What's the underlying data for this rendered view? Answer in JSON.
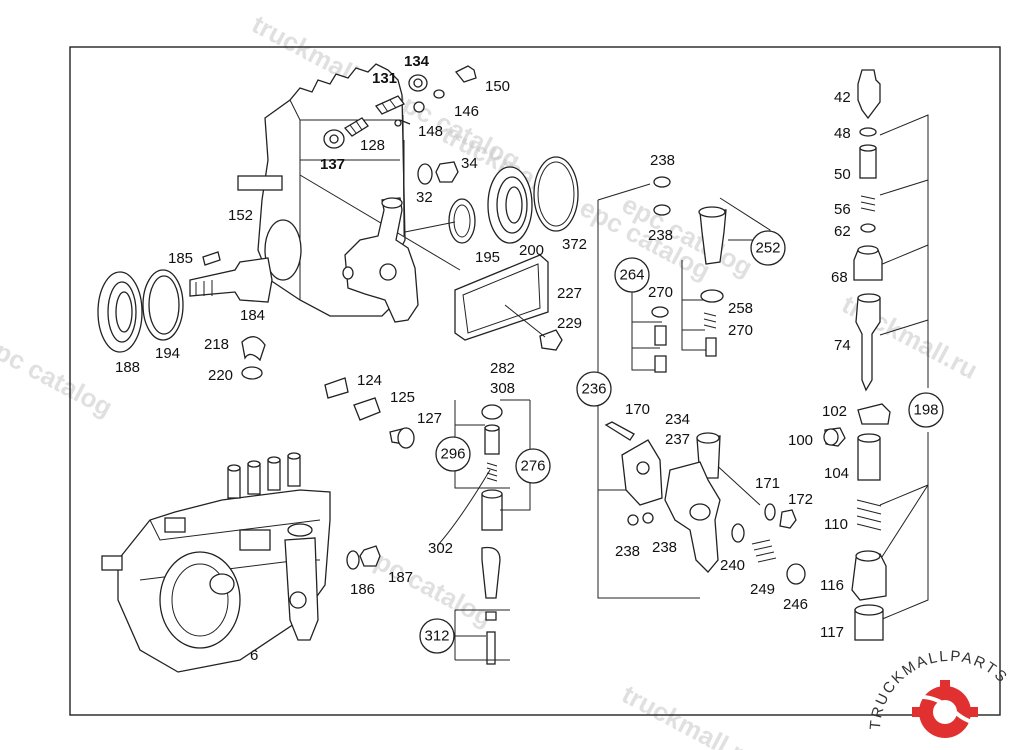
{
  "diagram": {
    "labels": {
      "l6": "6",
      "l32": "32",
      "l34": "34",
      "l42": "42",
      "l48": "48",
      "l50": "50",
      "l56": "56",
      "l62": "62",
      "l68": "68",
      "l74": "74",
      "l100": "100",
      "l102": "102",
      "l104": "104",
      "l110": "110",
      "l116": "116",
      "l117": "117",
      "l124": "124",
      "l125": "125",
      "l127": "127",
      "l128": "128",
      "l131": "131",
      "l134": "134",
      "l137": "137",
      "l146": "146",
      "l148": "148",
      "l150": "150",
      "l152": "152",
      "l170": "170",
      "l171": "171",
      "l172": "172",
      "l184": "184",
      "l185": "185",
      "l186": "186",
      "l187": "187",
      "l188": "188",
      "l194": "194",
      "l195": "195",
      "l200": "200",
      "l218": "218",
      "l220": "220",
      "l227": "227",
      "l229": "229",
      "l234": "234",
      "l237": "237",
      "l238a": "238",
      "l238b": "238",
      "l238c": "238",
      "l238d": "238",
      "l240": "240",
      "l246": "246",
      "l249": "249",
      "l258": "258",
      "l270a": "270",
      "l270b": "270",
      "l282": "282",
      "l302": "302",
      "l308": "308",
      "l372": "372"
    },
    "circled": {
      "c198": "198",
      "c236": "236",
      "c252": "252",
      "c264": "264",
      "c276": "276",
      "c296": "296",
      "c312": "312"
    }
  },
  "watermark": {
    "text1": "truckmall.ru epc catalog",
    "text2": "epc catalog",
    "text3": "truckmall.ru",
    "logo_text": "TRUCKMALLPARTS"
  },
  "colors": {
    "logo_red": "#e0302f",
    "line": "#222222",
    "watermark": "#c8c8c8"
  }
}
